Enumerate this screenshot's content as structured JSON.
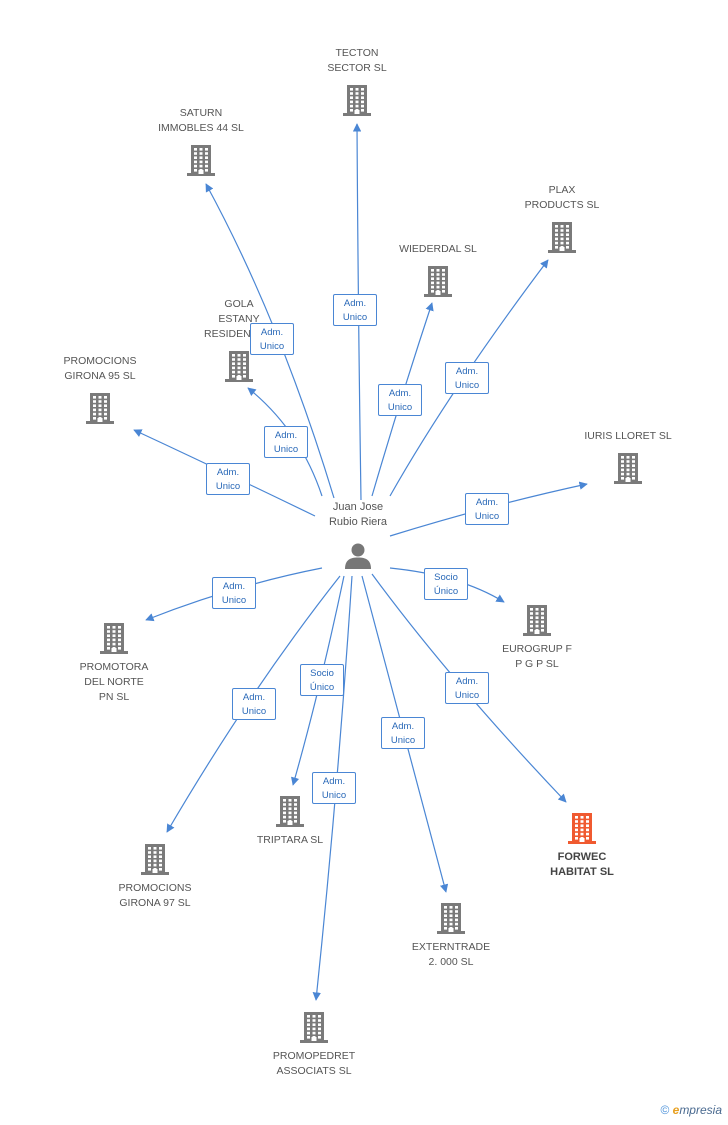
{
  "colors": {
    "edge": "#4a86d4",
    "building": "#7a7a7a",
    "highlight": "#f05a30",
    "person": "#777777"
  },
  "center": {
    "id": "person",
    "label": "Juan Jose\nRubio Riera",
    "icon": "person-icon"
  },
  "nodes": [
    {
      "id": "tecton",
      "label": "TECTON\nSECTOR SL"
    },
    {
      "id": "saturn",
      "label": "SATURN\nIMMOBLES 44 SL"
    },
    {
      "id": "plax",
      "label": "PLAX\nPRODUCTS SL"
    },
    {
      "id": "wiederdal",
      "label": "WIEDERDAL SL"
    },
    {
      "id": "gola",
      "label": "GOLA\nESTANY\nRESIDENCIAL"
    },
    {
      "id": "promocions95",
      "label": "PROMOCIONS\nGIRONA 95 SL"
    },
    {
      "id": "iuris",
      "label": "IURIS LLORET SL"
    },
    {
      "id": "eurogrup",
      "label": "EUROGRUP F\nP G P SL"
    },
    {
      "id": "promotora",
      "label": "PROMOTORA\nDEL NORTE\nPN SL"
    },
    {
      "id": "forwec",
      "label": "FORWEC\nHABITAT SL",
      "highlight": true
    },
    {
      "id": "triptara",
      "label": "TRIPTARA SL"
    },
    {
      "id": "promocions97",
      "label": "PROMOCIONS\nGIRONA 97 SL"
    },
    {
      "id": "externtrade",
      "label": "EXTERNTRADE\n2. 000 SL"
    },
    {
      "id": "promopedret",
      "label": "PROMOPEDRET\nASSOCIATS  SL"
    }
  ],
  "edges": [
    {
      "to": "tecton",
      "label": "Adm.\nUnico"
    },
    {
      "to": "saturn",
      "label": "Adm.\nUnico"
    },
    {
      "to": "plax",
      "label": "Adm.\nUnico"
    },
    {
      "to": "wiederdal",
      "label": "Adm.\nUnico"
    },
    {
      "to": "gola",
      "label": "Adm.\nUnico"
    },
    {
      "to": "promocions95",
      "label": "Adm.\nUnico"
    },
    {
      "to": "iuris",
      "label": "Adm.\nUnico"
    },
    {
      "to": "eurogrup",
      "label": "Socio\nÚnico"
    },
    {
      "to": "promotora",
      "label": "Adm.\nUnico"
    },
    {
      "to": "forwec",
      "label": "Adm.\nUnico"
    },
    {
      "to": "triptara",
      "label": "Socio\nÚnico"
    },
    {
      "to": "promocions97",
      "label": "Adm.\nUnico"
    },
    {
      "to": "externtrade",
      "label": "Adm.\nUnico"
    },
    {
      "to": "promopedret",
      "label": "Adm.\nUnico"
    }
  ],
  "footer": {
    "copyright": "©",
    "brand_e": "e",
    "brand_rest": "mpresia"
  }
}
